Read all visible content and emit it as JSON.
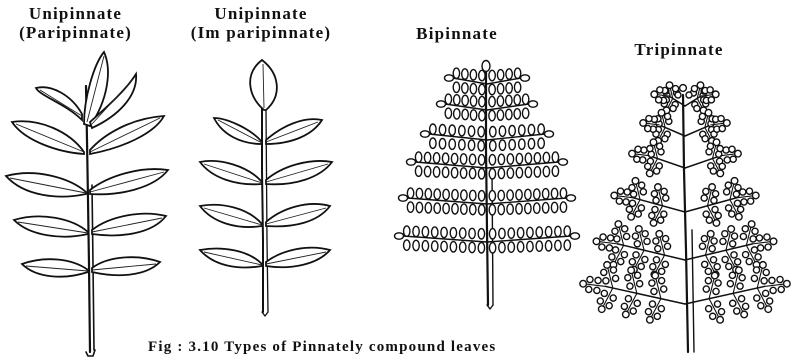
{
  "figure": {
    "labels": {
      "paripinnate_line1": "Unipinnate",
      "paripinnate_line2": "(Paripinnate)",
      "imparipinnate_line1": "Unipinnate",
      "imparipinnate_line2": "(Im paripinnate)",
      "bipinnate": "Bipinnate",
      "tripinnate": "Tripinnate"
    },
    "caption": "Fig : 3.10  Types of Pinnately compound leaves"
  }
}
